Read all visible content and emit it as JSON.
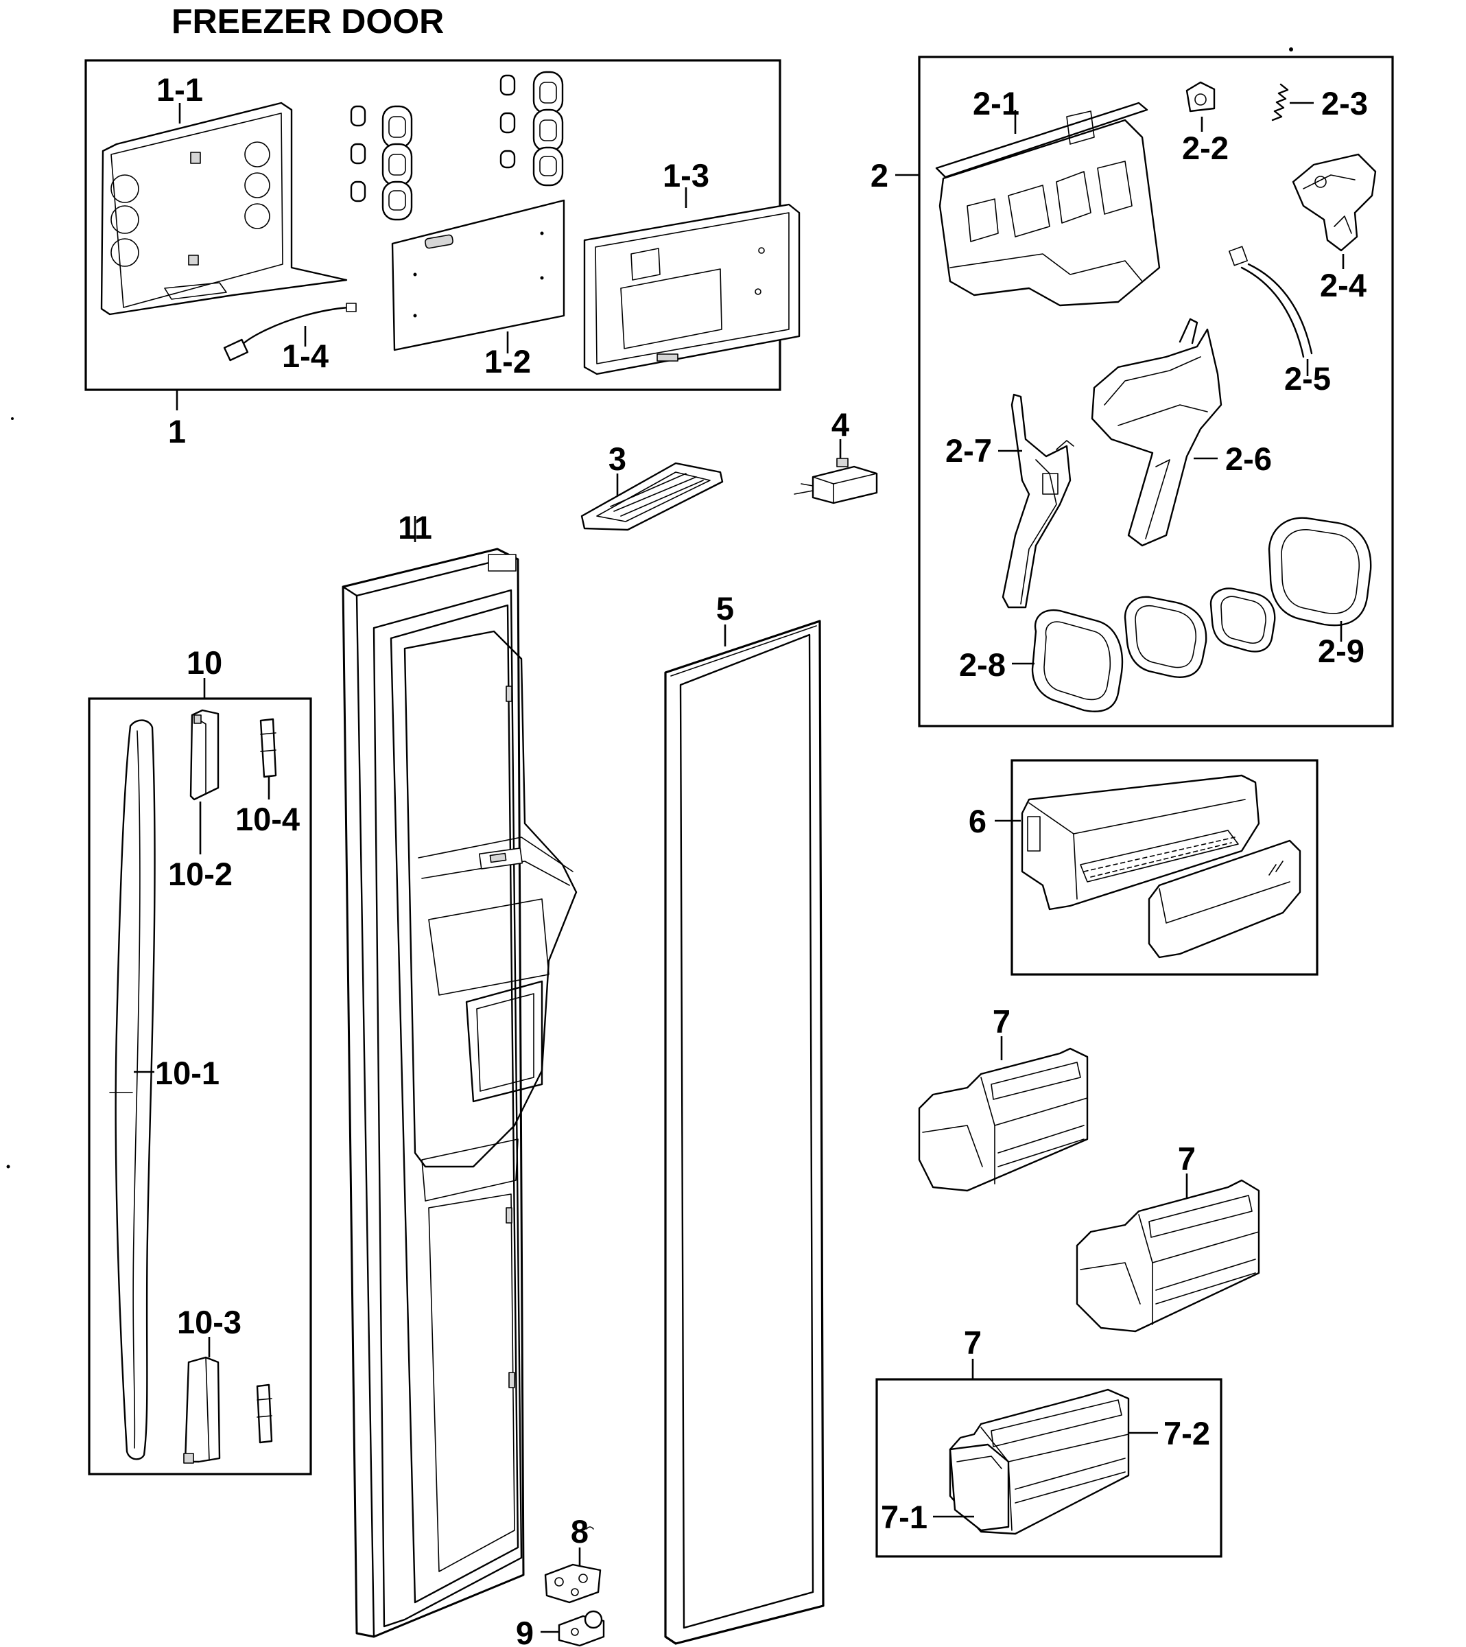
{
  "title": "FREEZER DOOR",
  "labels": {
    "l1": "1",
    "l1_1": "1-1",
    "l1_2": "1-2",
    "l1_3": "1-3",
    "l1_4": "1-4",
    "l2": "2",
    "l2_1": "2-1",
    "l2_2": "2-2",
    "l2_3": "2-3",
    "l2_4": "2-4",
    "l2_5": "2-5",
    "l2_6": "2-6",
    "l2_7": "2-7",
    "l2_8": "2-8",
    "l2_9": "2-9",
    "l3": "3",
    "l4": "4",
    "l5": "5",
    "l6": "6",
    "l7a": "7",
    "l7b": "7",
    "l7c": "7",
    "l7_1": "7-1",
    "l7_2": "7-2",
    "l8": "8",
    "l9": "9",
    "l10": "10",
    "l10_1": "10-1",
    "l10_2": "10-2",
    "l10_3": "10-3",
    "l10_4": "10-4",
    "l11": "11"
  }
}
